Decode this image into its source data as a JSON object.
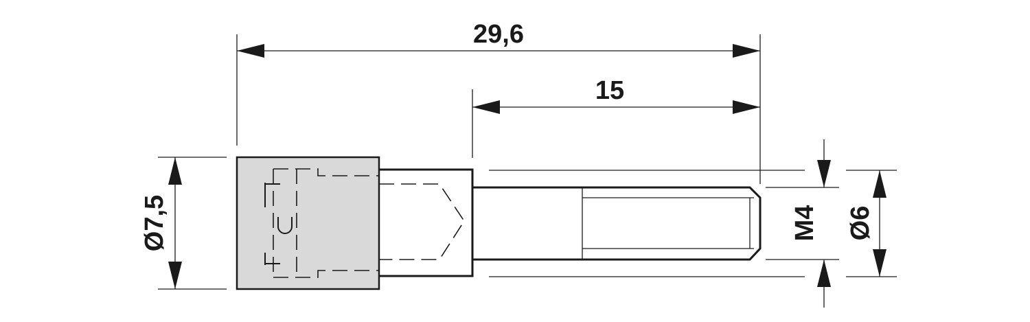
{
  "dimensions": {
    "overall_length": "29,6",
    "thread_length": "15",
    "head_diameter": "Ø7,5",
    "thread_size": "M4",
    "pin_diameter": "Ø6"
  },
  "colors": {
    "line": "#1a1a1a",
    "head_fill": "#d9d9d9",
    "background": "#ffffff"
  }
}
